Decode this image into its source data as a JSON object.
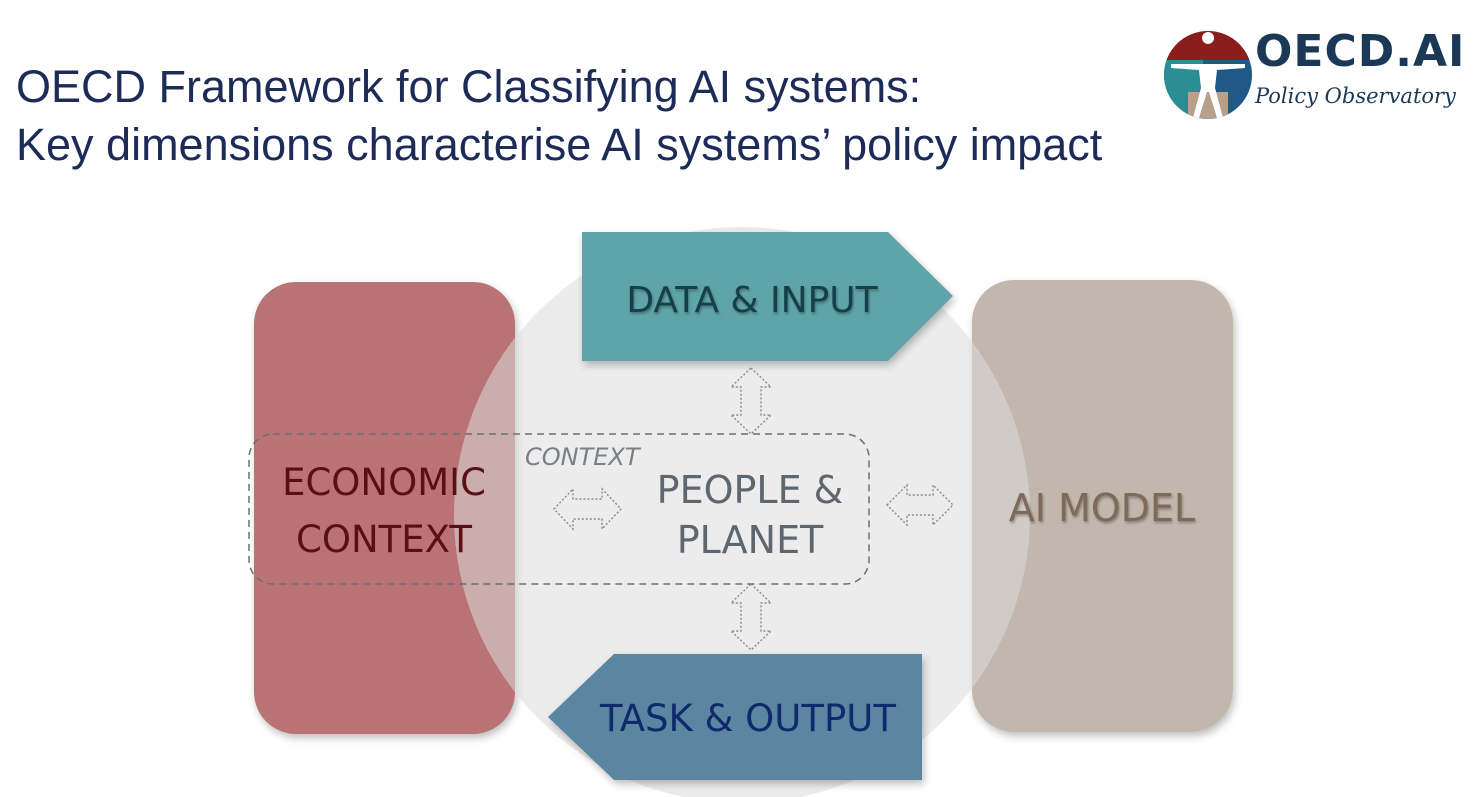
{
  "title": {
    "line1": "OECD Framework for Classifying AI systems:",
    "line2": "Key dimensions characterise AI systems’ policy impact"
  },
  "logo": {
    "wordmark": "OECD.AI",
    "subtitle": "Policy Observatory",
    "icon": "vitruvian-man-icon"
  },
  "diagram": {
    "center": {
      "line1": "PEOPLE &",
      "line2": "PLANET"
    },
    "context_label": "CONTEXT",
    "data_input": "DATA & INPUT",
    "task_output": "TASK & OUTPUT",
    "ai_model": "AI MODEL",
    "economic": {
      "line1": "ECONOMIC",
      "line2": "CONTEXT"
    },
    "arrows": [
      "up-down-arrow-icon",
      "left-right-arrow-icon",
      "left-right-arrow-icon",
      "up-down-arrow-icon"
    ],
    "colors": {
      "economic": "#b97375",
      "economic_text": "#5a0f12",
      "data_input": "#5fa4a9",
      "data_input_text": "#163f4a",
      "task_output": "#5c85a2",
      "task_output_text": "#0f2a6a",
      "ai_model": "#c2b7ad",
      "ai_model_text": "#7d6a58",
      "circle": "#ebebeb",
      "center_text": "#5e6670",
      "context_text": "#7a7f86"
    }
  }
}
